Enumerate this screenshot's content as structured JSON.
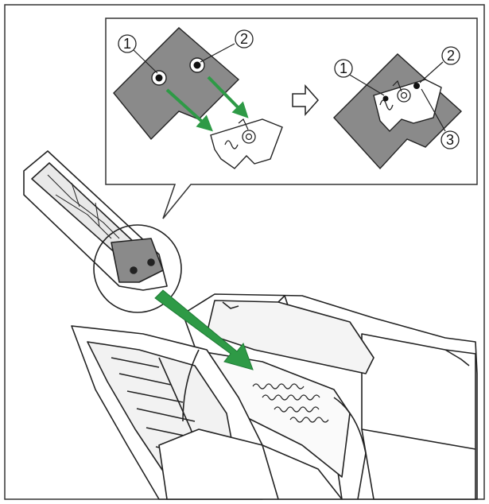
{
  "callouts": {
    "left_num_1": "1",
    "left_num_2": "2",
    "right_num_1": "1",
    "right_num_2": "2",
    "right_num_3": "3"
  },
  "colors": {
    "frame": "#333333",
    "plate": "#8a8a8a",
    "arrow": "#2e9a46",
    "line": "#222222",
    "device": "#ffffff"
  },
  "icons": {
    "step_arrow": "hollow-right-arrow-icon",
    "install_arrow": "green-arrow-icon"
  }
}
